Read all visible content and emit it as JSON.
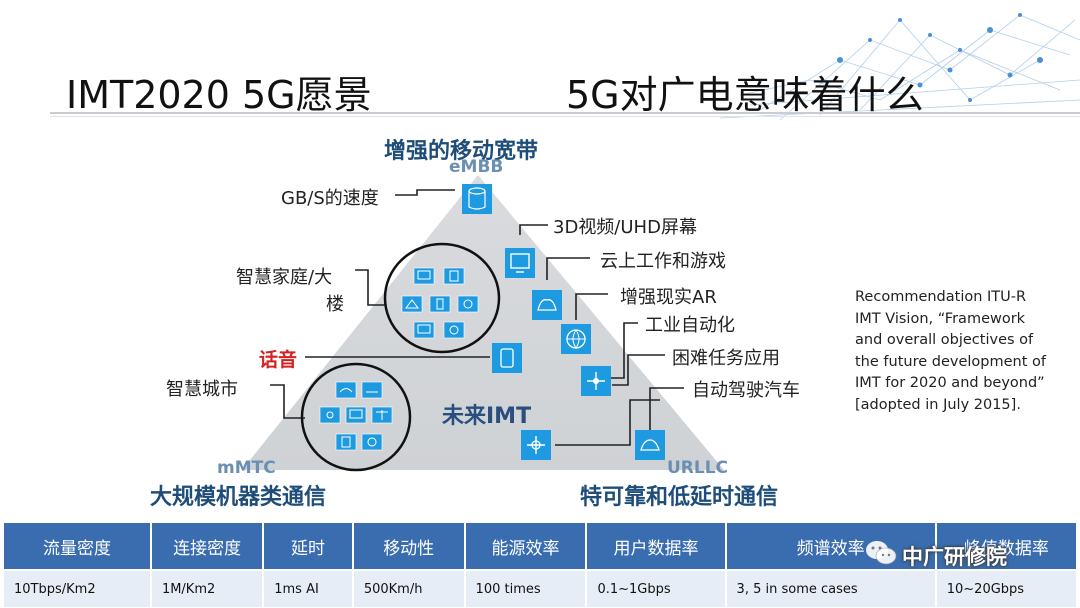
{
  "header": {
    "title_left": "IMT2020 5G愿景",
    "title_right": "5G对广电意味着什么"
  },
  "diagram": {
    "top_label": "增强的移动宽带",
    "top_abbr": "eMBB",
    "left_label": "大规模机器类通信",
    "left_abbr": "mMTC",
    "right_label": "特可靠和低延时通信",
    "right_abbr": "URLLC",
    "center_label": "未来IMT",
    "items": {
      "gbs": "GB/S的速度",
      "video": "3D视频/UHD屏幕",
      "cloud": "云上工作和游戏",
      "ar": "增强现实AR",
      "smart_home_1": "智慧家庭/大",
      "smart_home_2": "楼",
      "industry": "工业自动化",
      "voice": "话音",
      "mission": "困难任务应用",
      "smart_city": "智慧城市",
      "autodrive": "自动驾驶汽车"
    }
  },
  "note": {
    "lines": [
      "Recommendation ITU-R",
      "IMT Vision, “Framework",
      "and overall objectives of",
      "the future development of",
      "IMT for 2020 and beyond”",
      "[adopted in July 2015]."
    ]
  },
  "kpi_table": {
    "headers": [
      "流量密度",
      "连接密度",
      "延时",
      "移动性",
      "能源效率",
      "用户数据率",
      "频谱效率",
      "峰值数据率"
    ],
    "values": [
      "10Tbps/Km2",
      "1M/Km2",
      "1ms AI",
      "500Km/h",
      "100 times",
      "0.1~1Gbps",
      "3, 5 in some cases",
      "10~20Gbps"
    ]
  },
  "watermark": "中广研修院",
  "colors": {
    "table_header": "#3a6db0",
    "table_row": "#e7edf6",
    "icon_blue": "#1e9be0",
    "voice_red": "#d42020",
    "triangle_gray": "#d5d7da"
  }
}
